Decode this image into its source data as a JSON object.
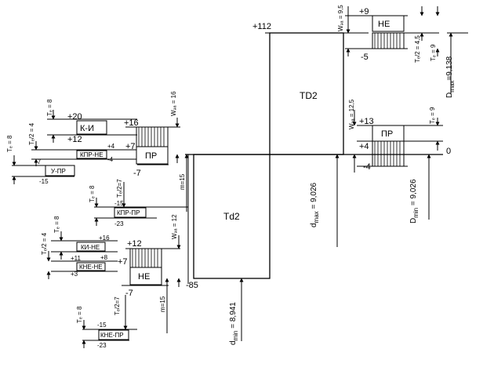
{
  "hole_field": {
    "name": "TD2",
    "upper_dev": "+112",
    "lower_dev": "0",
    "dmax_label": "d",
    "dmax_sub": "max",
    "dmax_value": " = 9,026",
    "Dmax_label": "D",
    "Dmax_sub": "max",
    "Dmax_value": "=9,138",
    "Dmin_label": "D",
    "Dmin_sub": "min",
    "Dmin_value": " = 9,026"
  },
  "shaft_field": {
    "name": "Td2",
    "lower_dev": "-85",
    "dmin_label": "d",
    "dmin_sub": "min",
    "dmin_value": " = 8,941"
  },
  "hole_gauges": {
    "ne": {
      "name": "НЕ",
      "upper": "+9",
      "lower": "-5",
      "w": "Wₔₐ = 9,5",
      "te2": "Tₑ/2 = 4,5",
      "te": "Tₑ = 9"
    },
    "pr": {
      "name": "ПР",
      "upper": "+13",
      "mid": "+4",
      "lower": "-4",
      "w": "Wₔₐ = 12,5",
      "te": "Tₑ = 9"
    }
  },
  "shaft_gauges": {
    "ki": {
      "name": "К-И",
      "upper": "+20",
      "lower": "+12",
      "te": "Tₑ = 8"
    },
    "kpr_ne": {
      "name": "КПР-НЕ",
      "upper": "+4",
      "lower": "-4",
      "te2": "Tₑ/2 = 4"
    },
    "pr": {
      "name": "ПР",
      "upper": "+16",
      "mid": "+7",
      "lower": "-7",
      "w": "Wₔₐ = 16",
      "m": "m=15"
    },
    "u_pr": {
      "name": "У-ПР",
      "upper": "-7",
      "lower": "-15",
      "te": "Tₑ = 8"
    },
    "kpr_pr": {
      "name": "КПР-ПР",
      "upper": "-15",
      "lower": "-23",
      "te2": "Tₑ/2=7",
      "te": "Tₑ = 8"
    },
    "ne": {
      "name": "НЕ",
      "upper": "+12",
      "mid": "+7",
      "lower": "-7",
      "w": "Wₔₐ = 12",
      "m": "m=15"
    },
    "ki_ne": {
      "name": "КИ-НЕ",
      "upper": "+16",
      "lower": "+8",
      "te": "Tₑ = 8"
    },
    "kne_ne": {
      "name": "КНЕ-НЕ",
      "upper": "+11",
      "lower": "+3",
      "te2": "Tₑ/2 = 4"
    },
    "kne_pr": {
      "name": "КНЕ-ПР",
      "upper": "-15",
      "lower": "-23",
      "te2": "Tₑ/2=7",
      "te": "Tₑ = 8"
    }
  }
}
